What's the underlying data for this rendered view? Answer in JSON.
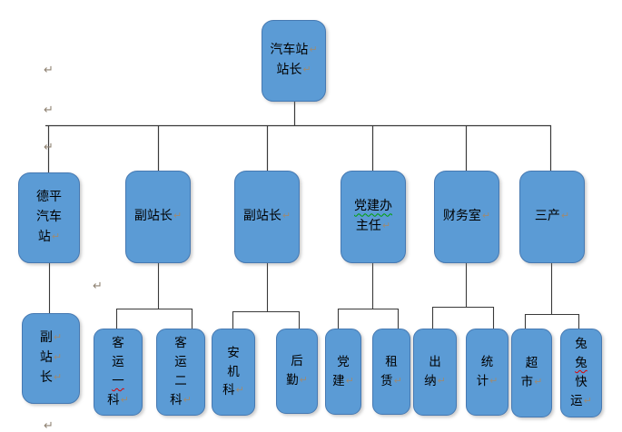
{
  "marks": {
    "pilcrow": "↵"
  },
  "colors": {
    "node_fill": "#5b9bd5",
    "node_border": "#4679b2",
    "connector": "#3a3a3a",
    "pilcrow_mark": "#9b8b76",
    "squiggle_red": "#e00000",
    "squiggle_green": "#00a000",
    "background": "#ffffff"
  },
  "org_chart": {
    "nodes": [
      {
        "id": "root",
        "parent": null,
        "lines": [
          {
            "text": "汽车站",
            "pilcrow": true
          },
          {
            "text": "站长",
            "pilcrow": true
          }
        ]
      },
      {
        "id": "deping-station",
        "parent": "root",
        "lines": [
          {
            "text": "德平"
          },
          {
            "text": "汽车"
          },
          {
            "text": "站",
            "pilcrow": true
          }
        ]
      },
      {
        "id": "deputy-chief-1",
        "parent": "root",
        "lines": [
          {
            "text": "副站长",
            "pilcrow": true
          }
        ]
      },
      {
        "id": "deputy-chief-2",
        "parent": "root",
        "lines": [
          {
            "text": "副站长",
            "pilcrow": true
          }
        ]
      },
      {
        "id": "party-office-director",
        "parent": "root",
        "lines": [
          {
            "text": "党建办",
            "squiggle": "green"
          },
          {
            "text": "主任",
            "pilcrow": true
          }
        ]
      },
      {
        "id": "finance-office",
        "parent": "root",
        "lines": [
          {
            "text": "财务室",
            "pilcrow": true
          }
        ]
      },
      {
        "id": "tertiary-industry",
        "parent": "root",
        "lines": [
          {
            "text": "三产",
            "pilcrow": true
          }
        ]
      },
      {
        "id": "deputy-chief-3",
        "parent": "deping-station",
        "lines": [
          {
            "text": "副",
            "pilcrow": true
          },
          {
            "text": "站",
            "pilcrow": true
          },
          {
            "text": "长",
            "pilcrow": true
          }
        ]
      },
      {
        "id": "passenger-dept-1",
        "parent": "deputy-chief-1",
        "lines": [
          {
            "text": "客"
          },
          {
            "text": "运"
          },
          {
            "text": "一",
            "squiggle": "red"
          },
          {
            "text": "科",
            "pilcrow": true
          }
        ]
      },
      {
        "id": "passenger-dept-2",
        "parent": "deputy-chief-1",
        "lines": [
          {
            "text": "客"
          },
          {
            "text": "运"
          },
          {
            "text": "二"
          },
          {
            "text": "科",
            "pilcrow": true
          }
        ]
      },
      {
        "id": "safety-machinery-dept",
        "parent": "deputy-chief-2",
        "lines": [
          {
            "text": "安"
          },
          {
            "text": "机"
          },
          {
            "text": "科",
            "pilcrow": true
          }
        ]
      },
      {
        "id": "logistics",
        "parent": "deputy-chief-2",
        "lines": [
          {
            "text": "后"
          },
          {
            "text": "勤",
            "pilcrow": true
          }
        ]
      },
      {
        "id": "party-building",
        "parent": "party-office-director",
        "lines": [
          {
            "text": "党"
          },
          {
            "text": "建",
            "pilcrow": true
          }
        ]
      },
      {
        "id": "leasing",
        "parent": "party-office-director",
        "lines": [
          {
            "text": "租"
          },
          {
            "text": "赁",
            "pilcrow": true
          }
        ]
      },
      {
        "id": "cashier",
        "parent": "finance-office",
        "lines": [
          {
            "text": "出"
          },
          {
            "text": "纳",
            "pilcrow": true
          }
        ]
      },
      {
        "id": "statistics",
        "parent": "finance-office",
        "lines": [
          {
            "text": "统"
          },
          {
            "text": "计",
            "pilcrow": true
          }
        ]
      },
      {
        "id": "supermarket",
        "parent": "tertiary-industry",
        "lines": [
          {
            "text": "超"
          },
          {
            "text": "市",
            "pilcrow": true
          }
        ]
      },
      {
        "id": "tutu-express",
        "parent": "tertiary-industry",
        "lines": [
          {
            "text": "兔"
          },
          {
            "text": "兔",
            "squiggle": "red"
          },
          {
            "text": "快"
          },
          {
            "text": "运",
            "pilcrow": true
          }
        ]
      }
    ]
  }
}
